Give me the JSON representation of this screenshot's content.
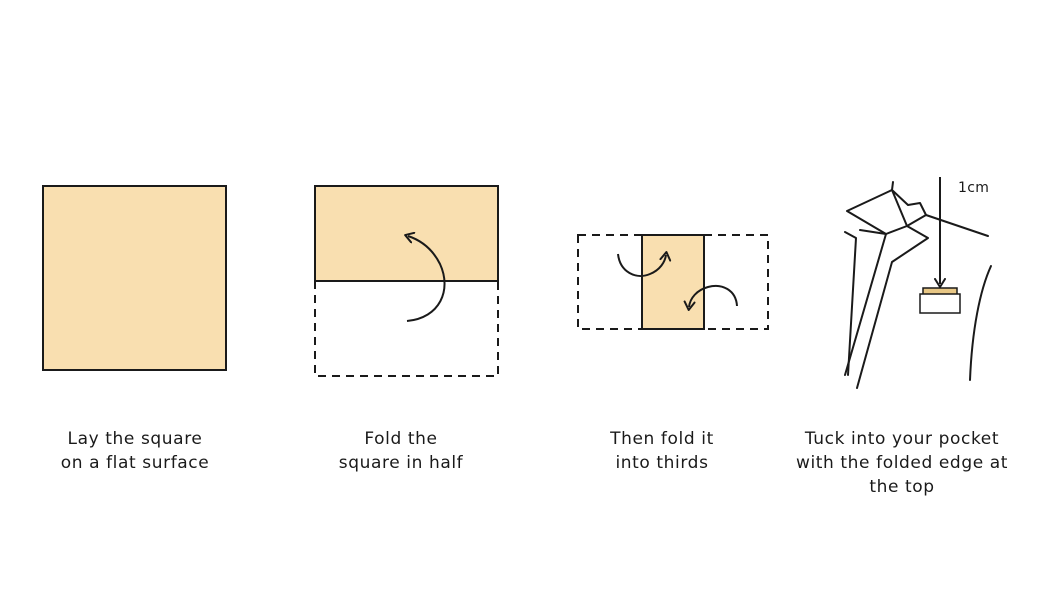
{
  "colors": {
    "fabric": "#f9dfb0",
    "stroke": "#1a1a1a",
    "background": "#ffffff",
    "pocket_square_top": "#e8c785"
  },
  "steps": [
    {
      "lines": [
        "Lay the square",
        "on a flat surface"
      ]
    },
    {
      "lines": [
        "Fold the",
        "square in half"
      ]
    },
    {
      "lines": [
        "Then fold it",
        "into thirds"
      ]
    },
    {
      "lines": [
        "Tuck into your pocket",
        "with the folded edge at",
        "the top"
      ],
      "measurement": "1cm"
    }
  ]
}
